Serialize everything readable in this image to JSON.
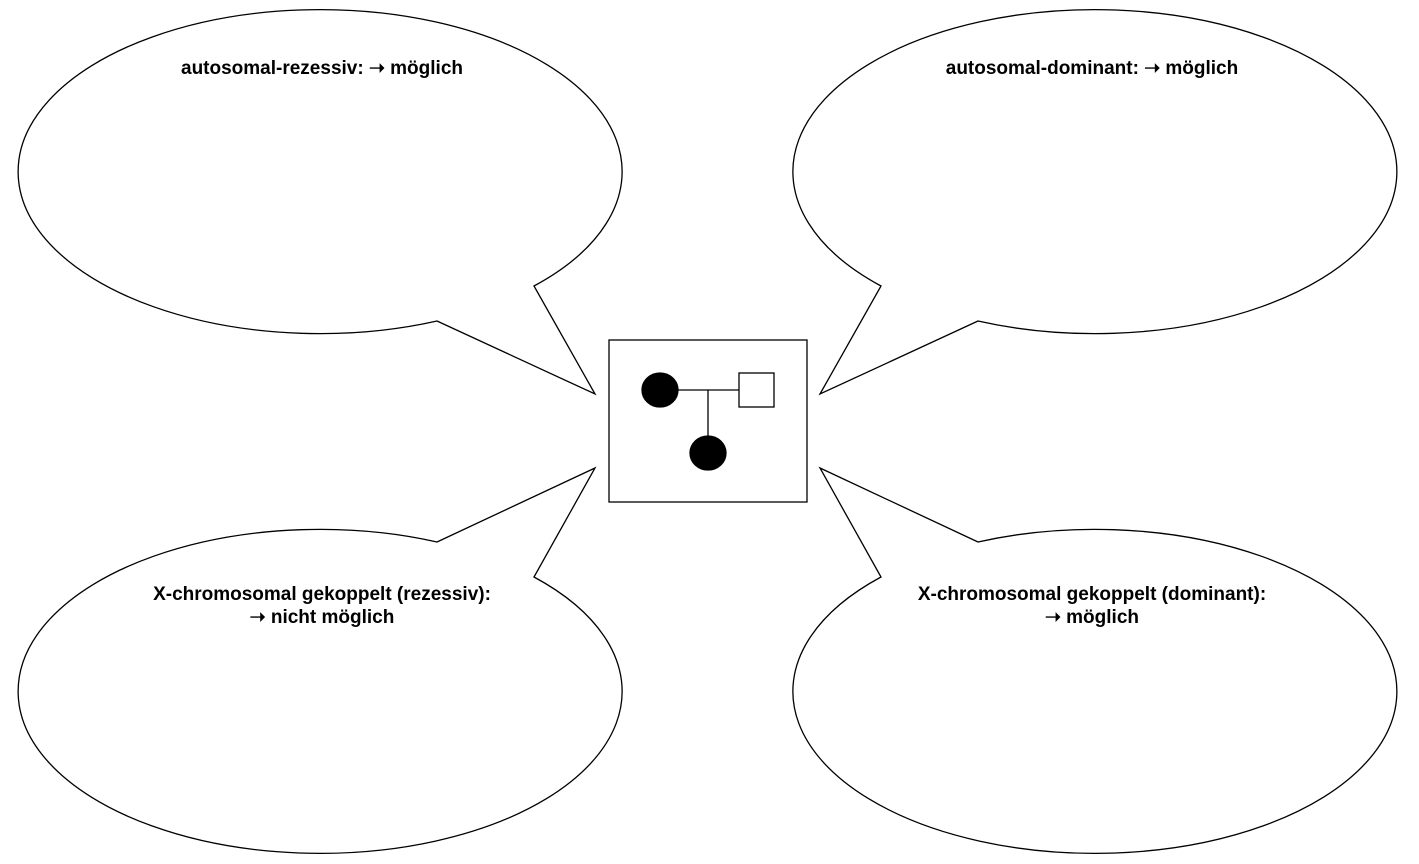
{
  "bubbles": {
    "top_left": {
      "line1": "autosomal-rezessiv: ➝ möglich"
    },
    "top_right": {
      "line1": "autosomal-dominant: ➝ möglich"
    },
    "bottom_left": {
      "line1": "X-chromosomal gekoppelt (rezessiv):",
      "line2": "➝ nicht möglich"
    },
    "bottom_right": {
      "line1": "X-chromosomal gekoppelt (dominant):",
      "line2": "➝ möglich"
    }
  },
  "pedigree": {
    "mother": {
      "sex": "female",
      "affected": true
    },
    "father": {
      "sex": "male",
      "affected": false
    },
    "child": {
      "sex": "female",
      "affected": true
    }
  },
  "colors": {
    "stroke": "#000000",
    "affected_fill": "#000000",
    "unaffected_fill": "#ffffff",
    "background": "#ffffff"
  }
}
